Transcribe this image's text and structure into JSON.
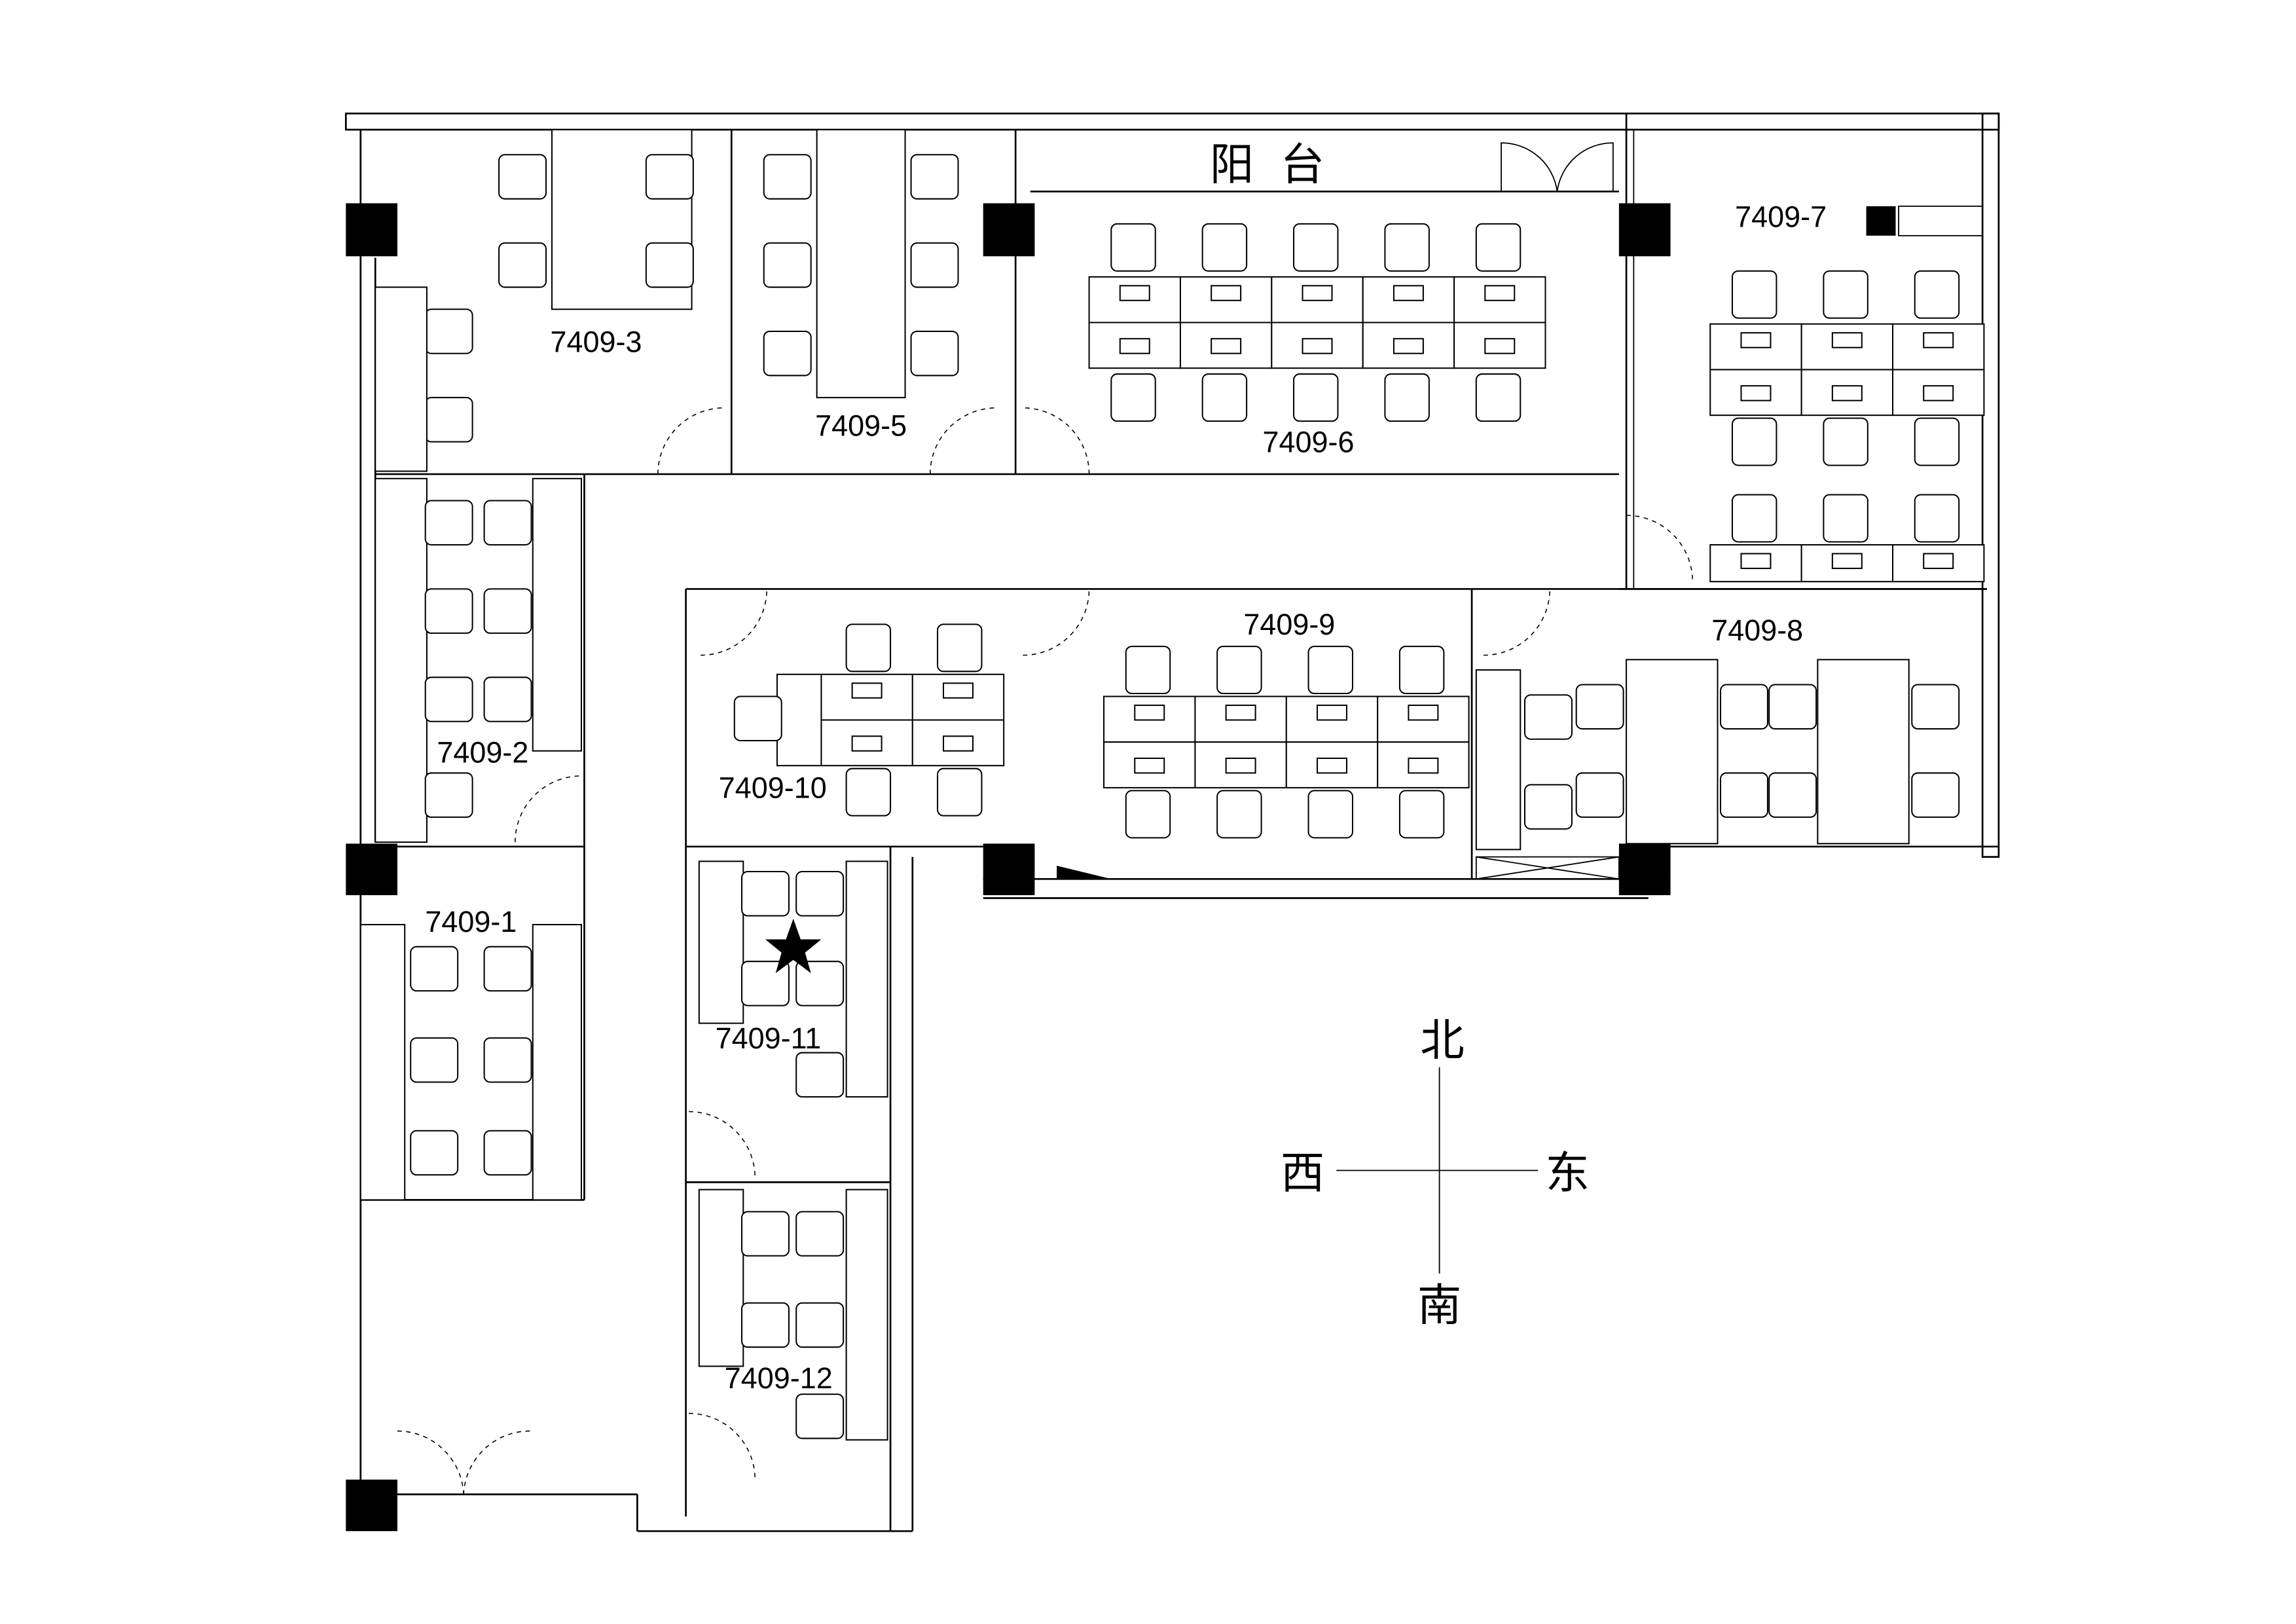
{
  "balcony": {
    "label": "阳台"
  },
  "rooms": [
    {
      "id": "7409-1"
    },
    {
      "id": "7409-2"
    },
    {
      "id": "7409-3"
    },
    {
      "id": "7409-5"
    },
    {
      "id": "7409-6"
    },
    {
      "id": "7409-7"
    },
    {
      "id": "7409-8"
    },
    {
      "id": "7409-9"
    },
    {
      "id": "7409-10"
    },
    {
      "id": "7409-11"
    },
    {
      "id": "7409-12"
    }
  ],
  "compass": {
    "north": "北",
    "south": "南",
    "west": "西",
    "east": "东"
  },
  "marker": {
    "icon": "star-icon",
    "room": "7409-11"
  }
}
